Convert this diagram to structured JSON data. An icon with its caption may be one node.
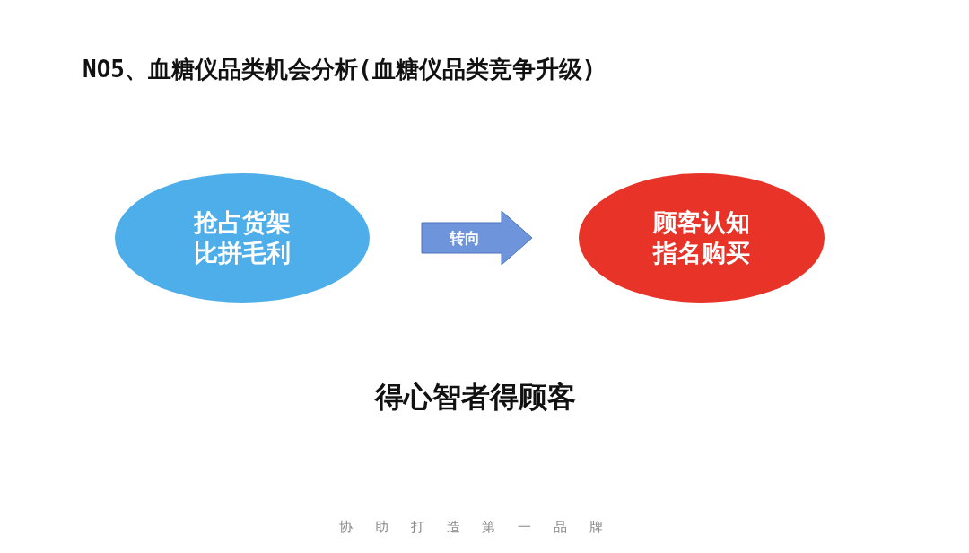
{
  "diagram": {
    "title": "NO5、血糖仪品类机会分析(血糖仪品类竞争升级)",
    "nodes": [
      {
        "text": [
          "抢占货架比拼毛利"
        ]
      },
      {
        "text": [
          "顾客认知指名购买"
        ]
      }
    ],
    "edges": [
      {
        "from": 0,
        "to": 1,
        "arrow": "to",
        "label": "转向"
      }
    ],
    "labels": [
      "得心智者得顾客",
      "协 助 打 造 第 一 品 牌"
    ]
  }
}
